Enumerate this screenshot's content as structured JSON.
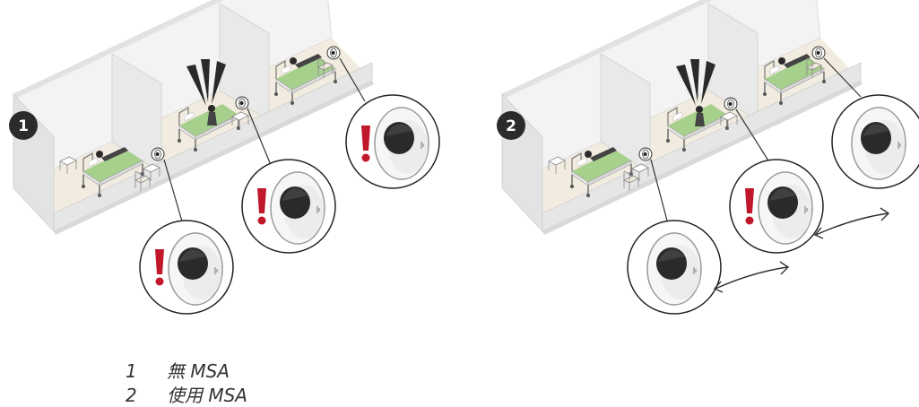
{
  "colors": {
    "badge": "#2b2b2b",
    "alert": "#c0172a",
    "sheet": "#a8d08d",
    "wall": "#f0f0f0",
    "floor": "#f2ece0"
  },
  "panels": [
    {
      "badge": "1",
      "alerts_shown": 3
    },
    {
      "badge": "2",
      "alerts_shown": 1
    }
  ],
  "legend": [
    {
      "num": "1",
      "text": "無 MSA"
    },
    {
      "num": "2",
      "text": "使用 MSA"
    }
  ],
  "icons": [
    "camera-icon",
    "alert-icon",
    "sound-wave-icon",
    "double-arrow-icon"
  ]
}
